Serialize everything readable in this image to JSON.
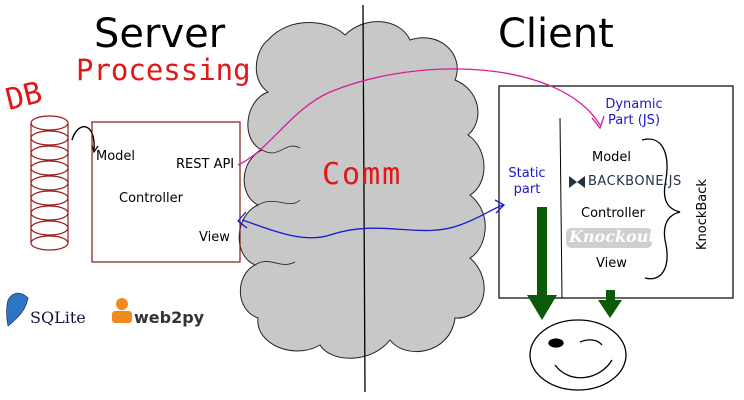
{
  "titles": {
    "server": "Server",
    "client": "Client"
  },
  "handwritten": {
    "db": "DB",
    "processing": "Processing",
    "comm": "Comm"
  },
  "server_box": {
    "model": "Model",
    "rest_api": "REST API",
    "controller": "Controller",
    "view": "View"
  },
  "client_box": {
    "dynamic_part": "Dynamic Part (JS)",
    "static_part": "Static part",
    "model": "Model",
    "backbone": "BACKBONE.JS",
    "controller": "Controller",
    "knockout": "Knockout",
    "view": "View",
    "knockback": "KnockBack"
  },
  "logos": {
    "sqlite": "SQLite",
    "web2py": "web2py"
  },
  "colors": {
    "handwriting": "#e01818",
    "rest_arrow": "#d81b9c",
    "view_arrow": "#1a1acc",
    "flow_arrows": "#0a5a0a",
    "cloud": "#c8c8c8"
  }
}
